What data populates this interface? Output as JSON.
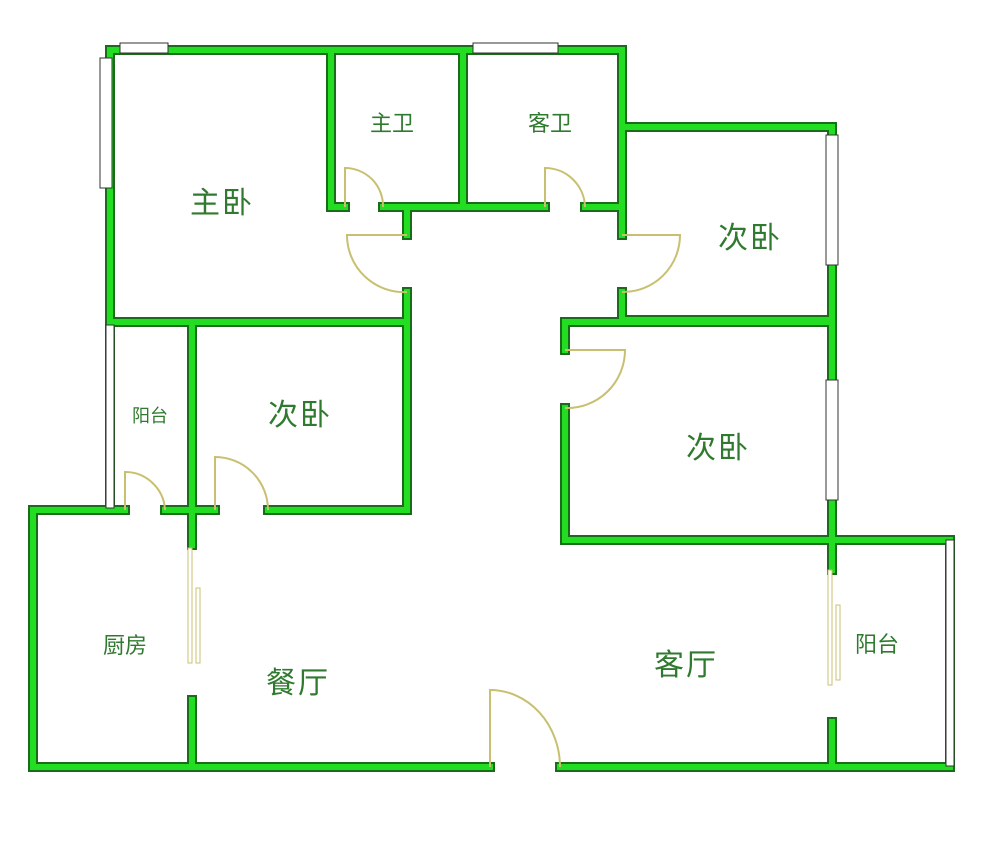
{
  "plan": {
    "rooms": {
      "master_bedroom": "主卧",
      "master_bath": "主卫",
      "guest_bath": "客卫",
      "bedroom_ne": "次卧",
      "bedroom_w": "次卧",
      "bedroom_e": "次卧",
      "balcony_w": "阳台",
      "kitchen": "厨房",
      "dining": "餐厅",
      "living": "客厅",
      "balcony_e": "阳台"
    }
  },
  "colors": {
    "wall": "#22dd22",
    "wall_outline": "#1a6b1a",
    "door": "#c8c070",
    "text": "#2f7a2f"
  }
}
